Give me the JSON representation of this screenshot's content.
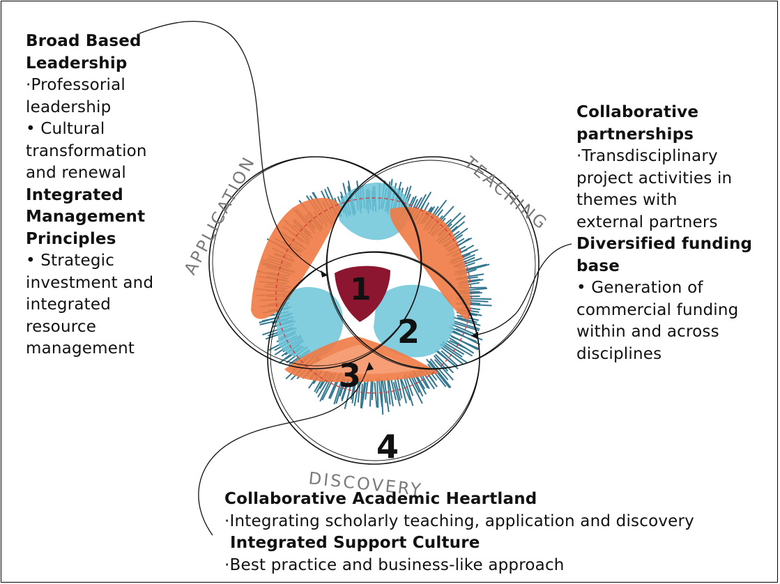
{
  "left_section": {
    "heading1": [
      "Broad Based",
      "Leadership"
    ],
    "bullet1": [
      "·Professorial",
      "leadership"
    ],
    "bullet2": [
      "• Cultural",
      "transformation",
      "and renewal"
    ],
    "heading2": [
      "Integrated",
      "Management",
      "Principles"
    ],
    "bullet3": [
      "• Strategic",
      "investment and",
      "integrated",
      "resource",
      "management"
    ]
  },
  "right_section": {
    "heading1": [
      "Collaborative",
      "partnerships"
    ],
    "bullet1": [
      "·Transdisciplinary",
      "project activities in",
      "themes with",
      "external partners"
    ],
    "heading2": [
      "Diversified funding",
      "base"
    ],
    "bullet2": [
      "• Generation of",
      "commercial funding",
      "within and across",
      "disciplines"
    ]
  },
  "bottom_section": {
    "heading1": "Collaborative Academic Heartland",
    "bullet1": "·Integrating scholarly teaching, application and discovery",
    "heading2": "Integrated Support Culture",
    "bullet2": "·Best practice and business-like approach"
  },
  "diagram": {
    "circle_labels": {
      "application": "APPLICATION",
      "teaching": "TEACHING",
      "discovery": "DISCOVERY"
    },
    "zone_numbers": [
      "1",
      "2",
      "3",
      "4"
    ],
    "colors": {
      "orange": "#f07a45",
      "light_orange": "#f6a27a",
      "blue": "#6cc4d8",
      "dark_teal": "#1e6a84",
      "maroon": "#8c1530",
      "dashed_red": "#d63a3a",
      "outline": "#111111"
    }
  }
}
